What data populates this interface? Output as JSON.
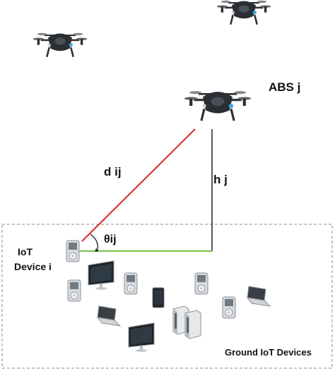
{
  "labels": {
    "abs": "ABS j",
    "distance": "d ij",
    "height": "h j",
    "angle": "θij",
    "device_line1": "IoT",
    "device_line2": "Device i",
    "ground_group": "Ground IoT Devices"
  },
  "colors": {
    "distance_line": "#d9262c",
    "height_line": "#222222",
    "ground_line": "#7cc242",
    "box_border": "#8a8a8a",
    "drone_body": "#2b2f33",
    "drone_accent": "#3aa6e6"
  },
  "icons": {
    "drones": [
      "quadcopter-icon",
      "quadcopter-icon",
      "quadcopter-icon",
      "quadcopter-icon"
    ],
    "devices": [
      "ipod-icon",
      "monitor-icon",
      "laptop-icon",
      "tablet-icon",
      "server-icon"
    ]
  }
}
